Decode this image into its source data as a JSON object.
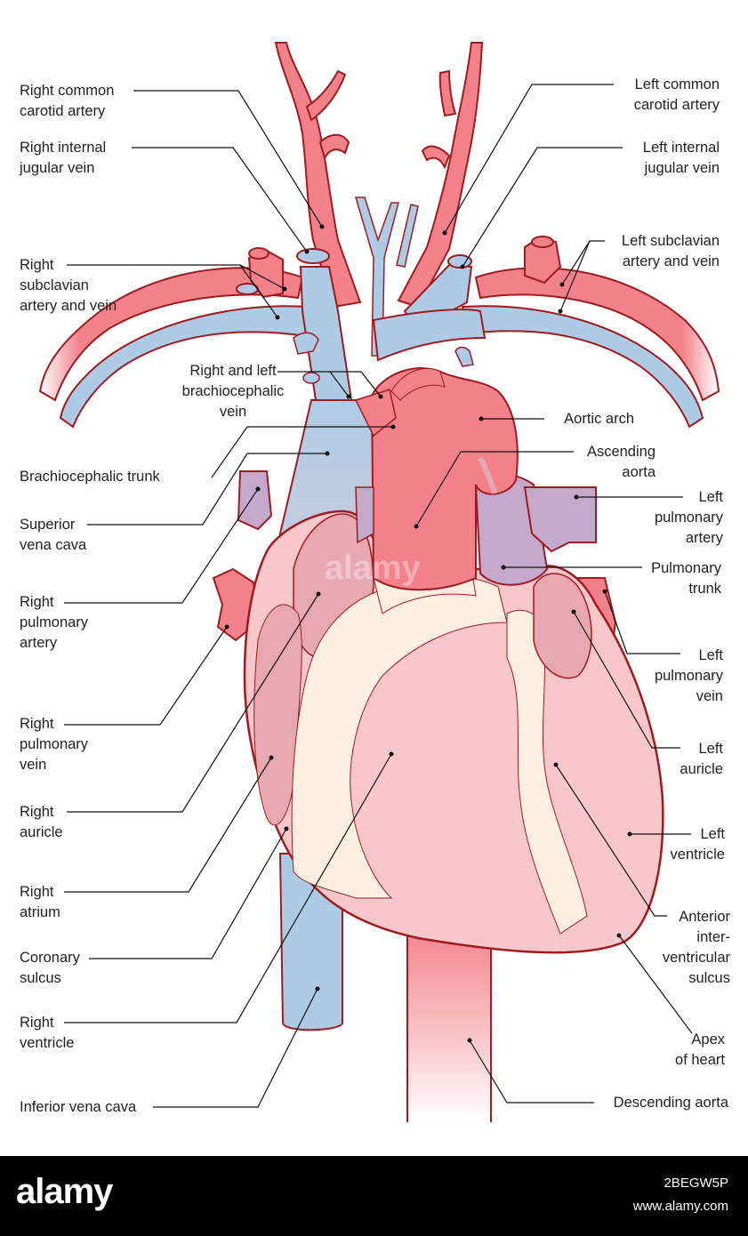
{
  "labels": {
    "right_common_carotid_artery": "Right common\ncarotid artery",
    "right_internal_jugular_vein": "Right internal\njugular vein",
    "right_subclavian_artery_and_vein": "Right\nsubclavian\nartery and vein",
    "right_and_left_brachiocephalic_vein": "Right and left\nbrachiocephalic\nvein",
    "brachiocephalic_trunk": "Brachiocephalic trunk",
    "superior_vena_cava": "Superior\nvena cava",
    "right_pulmonary_artery": "Right\npulmonary\nartery",
    "right_pulmonary_vein": "Right\npulmonary\nvein",
    "right_auricle": "Right\nauricle",
    "right_atrium": "Right\natrium",
    "coronary_sulcus": "Coronary\nsulcus",
    "right_ventricle": "Right\nventricle",
    "inferior_vena_cava": "Inferior vena cava",
    "left_common_carotid_artery": "Left common\ncarotid artery",
    "left_internal_jugular_vein": "Left internal\njugular vein",
    "left_subclavian_artery_and_vein": "Left subclavian\nartery and vein",
    "aortic_arch": "Aortic arch",
    "ascending_aorta": "Ascending\naorta",
    "left_pulmonary_artery": "Left\npulmonary\nartery",
    "pulmonary_trunk": "Pulmonary\ntrunk",
    "left_pulmonary_vein": "Left\npulmonary\nvein",
    "left_auricle": "Left\nauricle",
    "left_ventricle": "Left\nventricle",
    "anterior_interventricular_sulcus": "Anterior\ninter-\nventricular\nsulcus",
    "apex_of_heart": "Apex\nof heart",
    "descending_aorta": "Descending aorta"
  },
  "footer": {
    "brand": "alamy",
    "image_id": "2BEGW5P",
    "url": "www.alamy.com"
  },
  "watermark": "alamy",
  "colors": {
    "artery": "#f2818a",
    "vein": "#aecbe6",
    "pulmonary": "#c4a9cd",
    "heart": "#f8c7cc",
    "fat": "#fcefe2",
    "outline": "#9e1b1f"
  }
}
